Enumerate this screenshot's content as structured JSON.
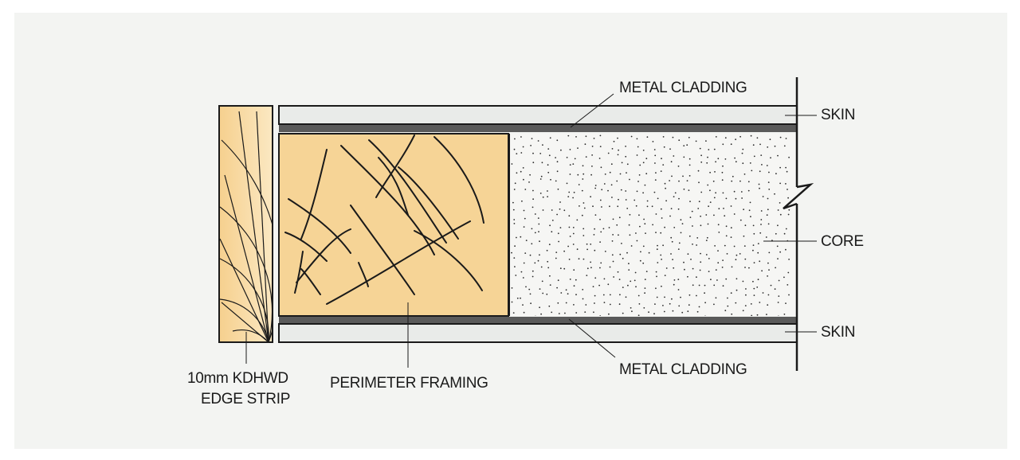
{
  "labels": {
    "metal_cladding_top": "METAL CLADDING",
    "skin_top": "SKIN",
    "core": "CORE",
    "skin_bottom": "SKIN",
    "metal_cladding_bottom": "METAL CLADDING",
    "perimeter_framing": "PERIMETER FRAMING",
    "edge_strip_line1": "10mm KDHWD",
    "edge_strip_line2": "EDGE STRIP"
  },
  "colors": {
    "background_panel": "#f3f4f2",
    "timber": "#f6d496",
    "timber_light": "#fbe6bc",
    "skin": "#e9ebe9",
    "cladding": "#5a5a5a",
    "core": "#f6f6f4",
    "outline": "#1a1a1a"
  }
}
